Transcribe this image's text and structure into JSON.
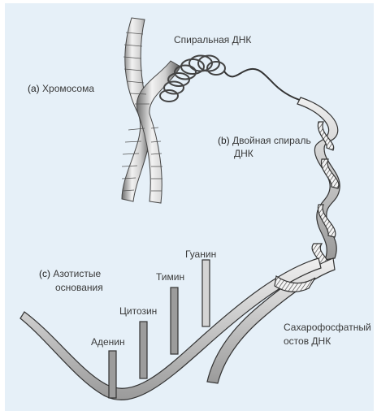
{
  "labels": {
    "chromosome_prefix": "(a)",
    "chromosome": "Хромосома",
    "spiral_dna": "Спиральная ДНК",
    "double_helix_prefix": "(b)",
    "double_helix_line1": "Двойная спираль",
    "double_helix_line2": "ДНК",
    "bases_prefix": "(c)",
    "bases_line1": "Азотистые",
    "bases_line2": "основания",
    "guanine": "Гуанин",
    "thymine": "Тимин",
    "cytosine": "Цитозин",
    "adenine": "Аденин",
    "backbone_line1": "Сахарофосфатный",
    "backbone_line2": "остов ДНК"
  },
  "colors": {
    "background": "#e6f0f8",
    "ink": "#333333",
    "ribbon_light": "#d8d8d8",
    "ribbon_dark": "#8a8a8a"
  }
}
